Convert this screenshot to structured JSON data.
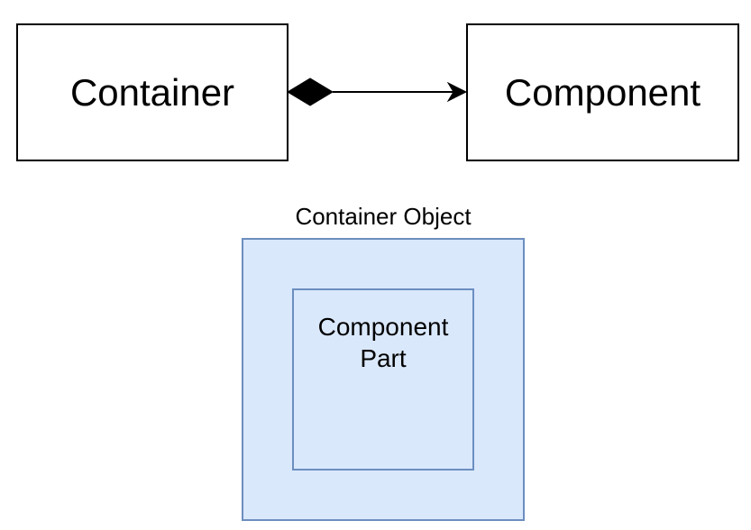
{
  "diagram": {
    "container_box": {
      "label": "Container"
    },
    "component_box": {
      "label": "Component"
    },
    "relationship": {
      "type": "composition",
      "arrow": "open-arrow"
    },
    "nested": {
      "outer_label": "Container Object",
      "inner_label_line1": "Component",
      "inner_label_line2": "Part"
    },
    "colors": {
      "stroke": "#000000",
      "fill_blue": "#dae8fc",
      "stroke_blue": "#6c8ebf"
    }
  }
}
